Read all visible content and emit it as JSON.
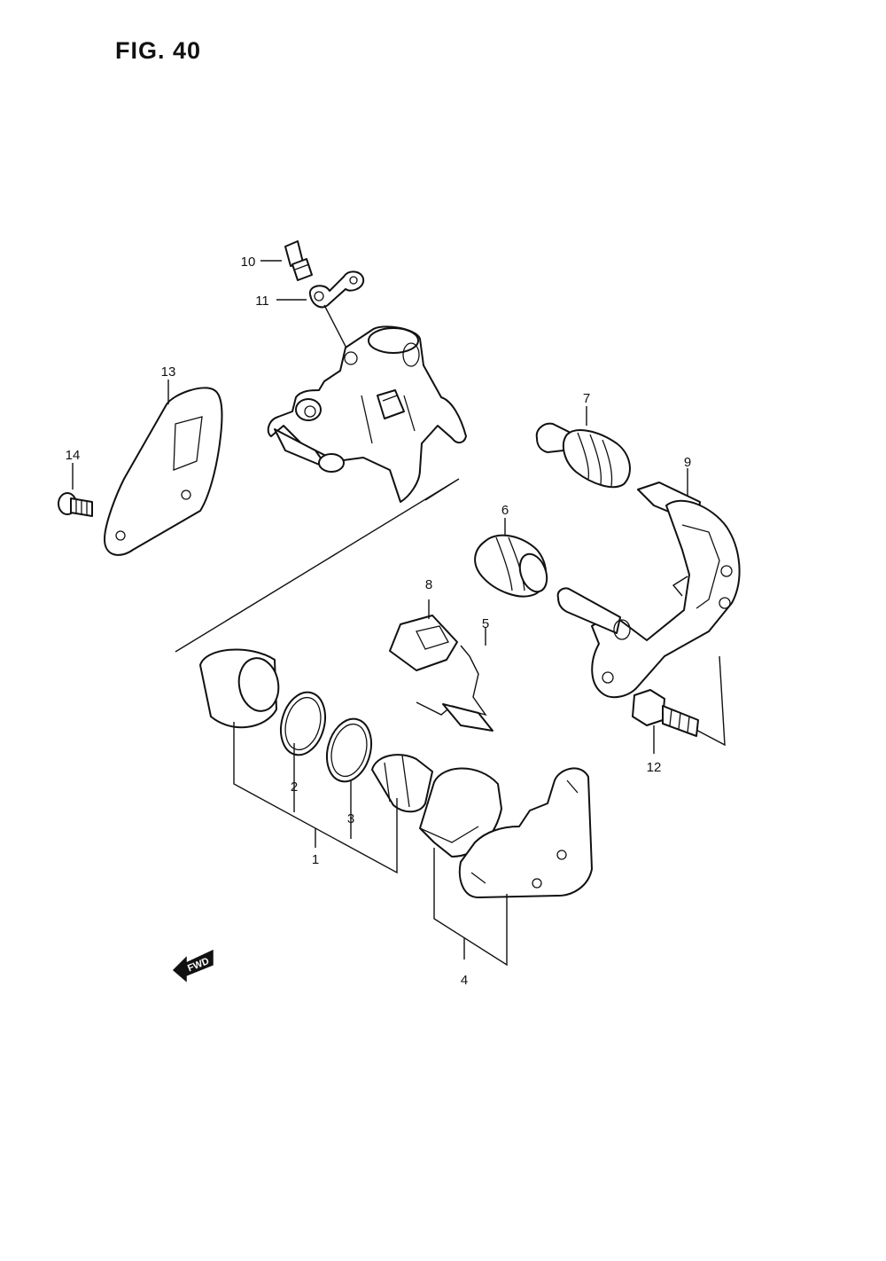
{
  "figure": {
    "title": "FIG. 40"
  },
  "callouts": [
    {
      "id": "1",
      "label": "1"
    },
    {
      "id": "2",
      "label": "2"
    },
    {
      "id": "3",
      "label": "3"
    },
    {
      "id": "4",
      "label": "4"
    },
    {
      "id": "5",
      "label": "5"
    },
    {
      "id": "6",
      "label": "6"
    },
    {
      "id": "7",
      "label": "7"
    },
    {
      "id": "8",
      "label": "8"
    },
    {
      "id": "9",
      "label": "9"
    },
    {
      "id": "10",
      "label": "10"
    },
    {
      "id": "11",
      "label": "11"
    },
    {
      "id": "12",
      "label": "12"
    },
    {
      "id": "13",
      "label": "13"
    },
    {
      "id": "14",
      "label": "14"
    }
  ],
  "fwd_arrow": {
    "label": "FWD"
  }
}
